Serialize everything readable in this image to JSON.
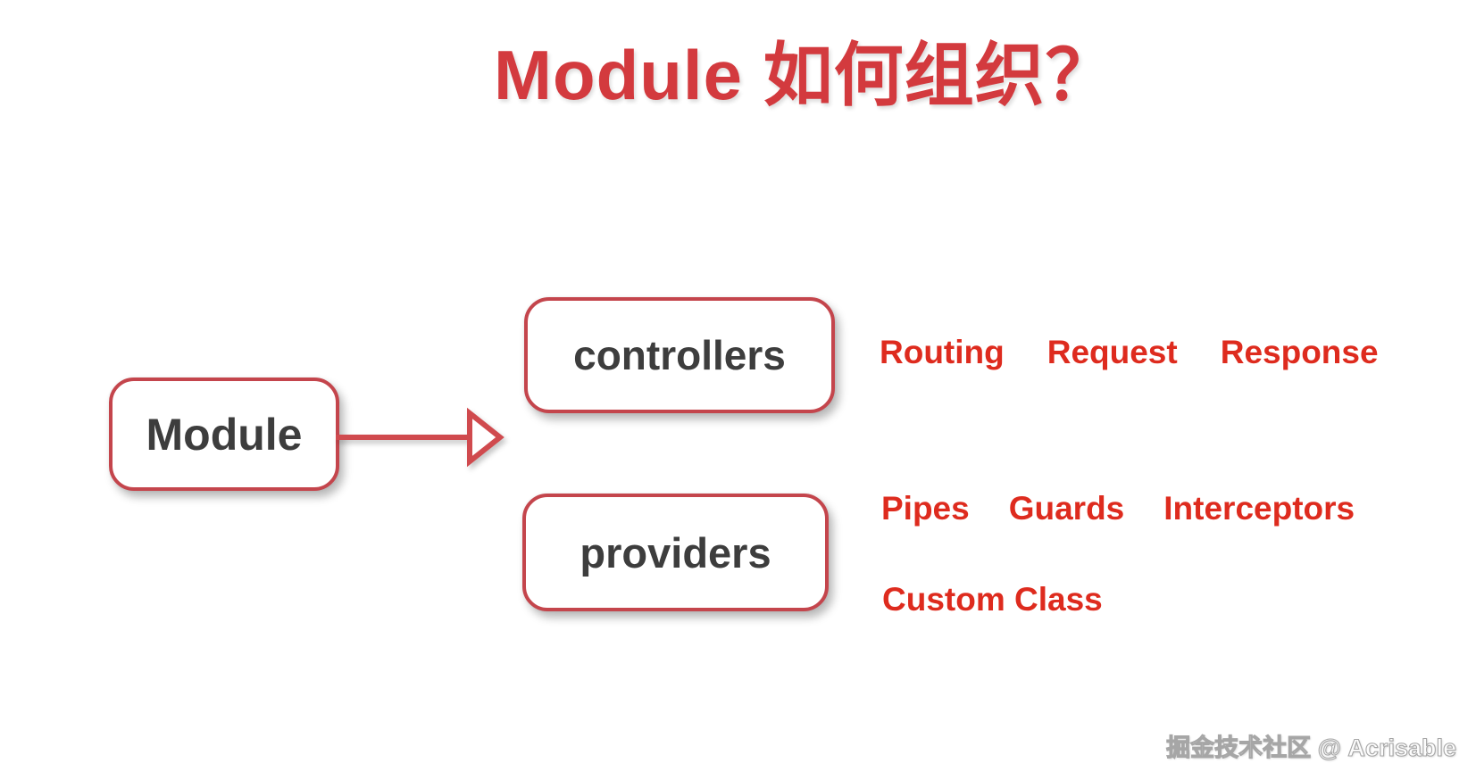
{
  "page": {
    "title": "Module 如何组织？",
    "background": "#ffffff"
  },
  "diagram": {
    "root_node": {
      "label": "Module"
    },
    "branch_nodes": [
      {
        "label": "controllers",
        "tag_rows": [
          {
            "tags": [
              "Routing",
              "Request",
              "Response"
            ]
          }
        ]
      },
      {
        "label": "providers",
        "tag_rows": [
          {
            "tags": [
              "Pipes",
              "Guards",
              "Interceptors"
            ]
          },
          {
            "tags": [
              "Custom Class"
            ]
          }
        ]
      }
    ]
  },
  "watermark": {
    "text": "掘金技术社区 @ Acrisable"
  },
  "colors": {
    "title_red": "#d33a3e",
    "node_border_red": "#c4454c",
    "node_text_gray": "#3d3d3d",
    "arrow_red": "#d04a4e",
    "tag_red": "#de2b1e",
    "watermark_outline_gray": "#a6a6a6",
    "background": "#ffffff"
  }
}
